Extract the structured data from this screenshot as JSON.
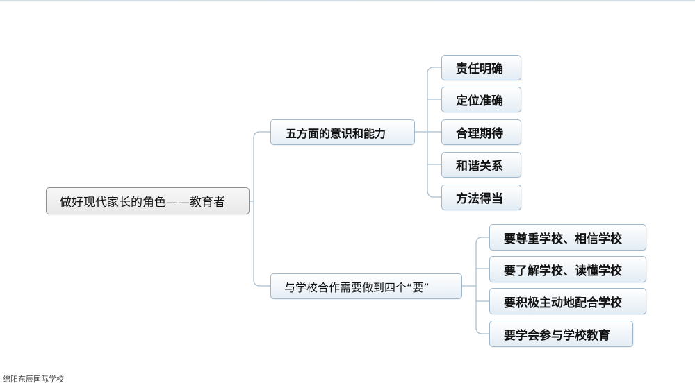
{
  "root": {
    "label": "做好现代家长的角色——教育者"
  },
  "branches": [
    {
      "label": "五方面的意识和能力",
      "children": [
        "责任明确",
        "定位准确",
        "合理期待",
        "和谐关系",
        "方法得当"
      ]
    },
    {
      "label": "与学校合作需要做到四个“要”",
      "children": [
        "要尊重学校、相信学校",
        "要了解学校、读懂学校",
        "要积极主动地配合学校",
        "要学会参与学校教育"
      ]
    }
  ],
  "footer": "绵阳东辰国际学校",
  "colors": {
    "connector": "#a9bfd0",
    "node_border": "#9fb8cc",
    "root_border": "#8f8f8f"
  }
}
